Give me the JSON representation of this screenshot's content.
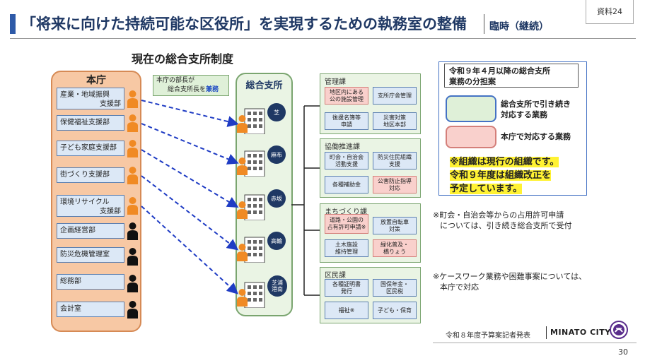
{
  "header": {
    "title": "「将来に向けた持続可能な区役所」を実現するための執務室の整備",
    "subtitle": "臨時（継続）",
    "doc_ref": "資料24"
  },
  "diagram": {
    "heading": "現在の総合支所制度",
    "honcho_label": "本庁",
    "note_prefix": "本庁の部長が",
    "note_line2_prefix": "総合支所長を",
    "note_emphasis": "兼務",
    "departments": [
      {
        "line1": "産業・地域振興",
        "line2": "支援部"
      },
      {
        "line1": "保健福祉支援部",
        "line2": ""
      },
      {
        "line1": "子ども家庭支援部",
        "line2": ""
      },
      {
        "line1": "街づくり支援部",
        "line2": ""
      },
      {
        "line1": "環境リサイクル",
        "line2": "支援部"
      },
      {
        "line1": "企画経営部",
        "line2": ""
      },
      {
        "line1": "防災危機管理室",
        "line2": ""
      },
      {
        "line1": "総務部",
        "line2": ""
      },
      {
        "line1": "会計室",
        "line2": ""
      }
    ],
    "sogo_label": "総合支所",
    "branches": [
      {
        "line1": "芝",
        "line2": ""
      },
      {
        "line1": "麻布",
        "line2": ""
      },
      {
        "line1": "赤坂",
        "line2": ""
      },
      {
        "line1": "高輪",
        "line2": ""
      },
      {
        "line1": "芝浦",
        "line2": "港南"
      }
    ],
    "sections": [
      {
        "title": "管理課",
        "cells": [
          {
            "line1": "地区内にある",
            "line2": "公の施設管理"
          },
          {
            "line1": "支所庁舎管理",
            "line2": ""
          },
          {
            "line1": "後援名簿等",
            "line2": "申請"
          },
          {
            "line1": "災害対策",
            "line2": "地区本部"
          }
        ]
      },
      {
        "title": "協働推進課",
        "cells": [
          {
            "line1": "町会・自治会",
            "line2": "活動支援"
          },
          {
            "line1": "防災住民組織",
            "line2": "支援"
          },
          {
            "line1": "各種補助金",
            "line2": ""
          },
          {
            "line1": "公害防止指導",
            "line2": "対応"
          }
        ]
      },
      {
        "title": "まちづくり課",
        "cells": [
          {
            "line1": "道路・公園の",
            "line2": "占有許可申請※"
          },
          {
            "line1": "放置自転車",
            "line2": "対策"
          },
          {
            "line1": "土木施設",
            "line2": "維持管理"
          },
          {
            "line1": "緑化普及・",
            "line2": "橋りょう"
          }
        ]
      },
      {
        "title": "区民課",
        "cells": [
          {
            "line1": "各種証明書",
            "line2": "発行"
          },
          {
            "line1": "国保年金・",
            "line2": "区民税"
          },
          {
            "line1": "福祉※",
            "line2": ""
          },
          {
            "line1": "子ども・保育",
            "line2": ""
          }
        ]
      }
    ]
  },
  "legend": {
    "title_line1": "令和９年４月以降の総合支所",
    "title_line2": "業務の分担案",
    "green_label_line1": "総合支所で引き続き",
    "green_label_line2": "対応する業務",
    "red_label": "本庁で対応する業務",
    "yellow_line1": "※組織は現行の組織です。",
    "yellow_line2": "令和９年度は組織改正を",
    "yellow_line3": "予定しています。"
  },
  "notes": {
    "note1_line1": "※町会・自治会等からの占用許可申請",
    "note1_line2": "については、引き続き総合支所で受付",
    "note2_line1": "※ケースワーク業務や困難事案については、",
    "note2_line2": "本庁で対応"
  },
  "footer": {
    "event": "令和８年度予算案記者発表",
    "city": "MINATO CITY",
    "page": "30"
  },
  "colors": {
    "title_blue": "#1f3864",
    "accent_blue": "#2e5aa8",
    "honcho_orange": "#f7c8a4",
    "green_fill": "#dff0d8",
    "red_fill": "#f9d0cc",
    "highlight_yellow": "#fff233"
  }
}
